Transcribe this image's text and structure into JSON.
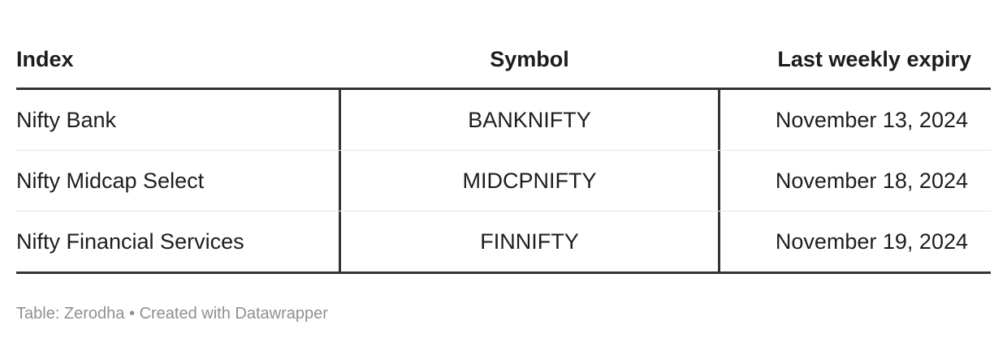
{
  "chart_data": {
    "type": "table",
    "columns": [
      "Index",
      "Symbol",
      "Last weekly expiry"
    ],
    "rows": [
      [
        "Nifty Bank",
        "BANKNIFTY",
        "November 13, 2024"
      ],
      [
        "Nifty Midcap Select",
        "MIDCPNIFTY",
        "November 18, 2024"
      ],
      [
        "Nifty Financial Services",
        "FINNIFTY",
        "November 19, 2024"
      ]
    ]
  },
  "footer": {
    "source": "Table: Zerodha",
    "separator": "•",
    "credit": "Created with Datawrapper"
  },
  "colors": {
    "text": "#1d1d1d",
    "rule": "#333333",
    "row_divider": "#e6e6e6",
    "caption": "#8f8f8f"
  }
}
